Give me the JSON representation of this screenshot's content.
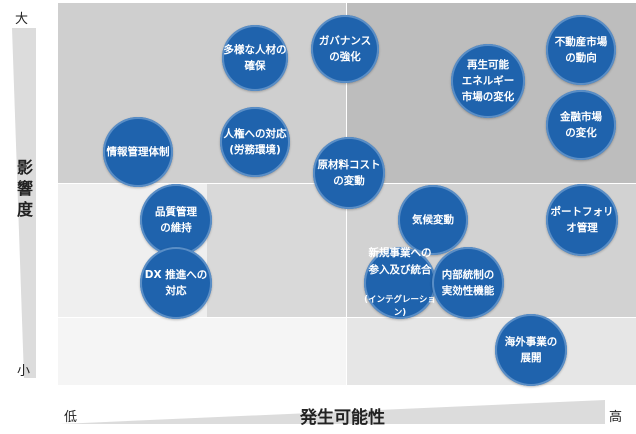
{
  "y_axis": {
    "label": "影\n響\n度",
    "high": "大",
    "low": "小"
  },
  "x_axis": {
    "label": "発生可能性",
    "low": "低",
    "high": "高"
  },
  "risks": [
    {
      "id": "diverse-talent",
      "lines": "多様な人材の\n確保"
    },
    {
      "id": "governance",
      "lines": "ガバナンス\nの強化"
    },
    {
      "id": "renewable-energy",
      "lines": "再生可能\nエネルギー\n市場の変化"
    },
    {
      "id": "real-estate",
      "lines": "不動産市場\nの動向"
    },
    {
      "id": "human-rights",
      "lines": "人権への対応\n(労務環境)"
    },
    {
      "id": "financial-market",
      "lines": "金融市場\nの変化"
    },
    {
      "id": "info-management",
      "lines": "情報管理体制"
    },
    {
      "id": "raw-material",
      "lines": "原材料コスト\nの変動"
    },
    {
      "id": "quality",
      "lines": "品質管理\nの維持"
    },
    {
      "id": "climate",
      "lines": "気候変動"
    },
    {
      "id": "portfolio",
      "lines": "ポートフォリ\nオ管理"
    },
    {
      "id": "dx",
      "lines": "DX 推進への\n対応"
    },
    {
      "id": "new-business",
      "lines": "新規事業への\n参入及び統合",
      "sub": "(インテグレーション)"
    },
    {
      "id": "internal-control",
      "lines": "内部統制の\n実効性機能"
    },
    {
      "id": "overseas",
      "lines": "海外事業の\n展開"
    }
  ]
}
